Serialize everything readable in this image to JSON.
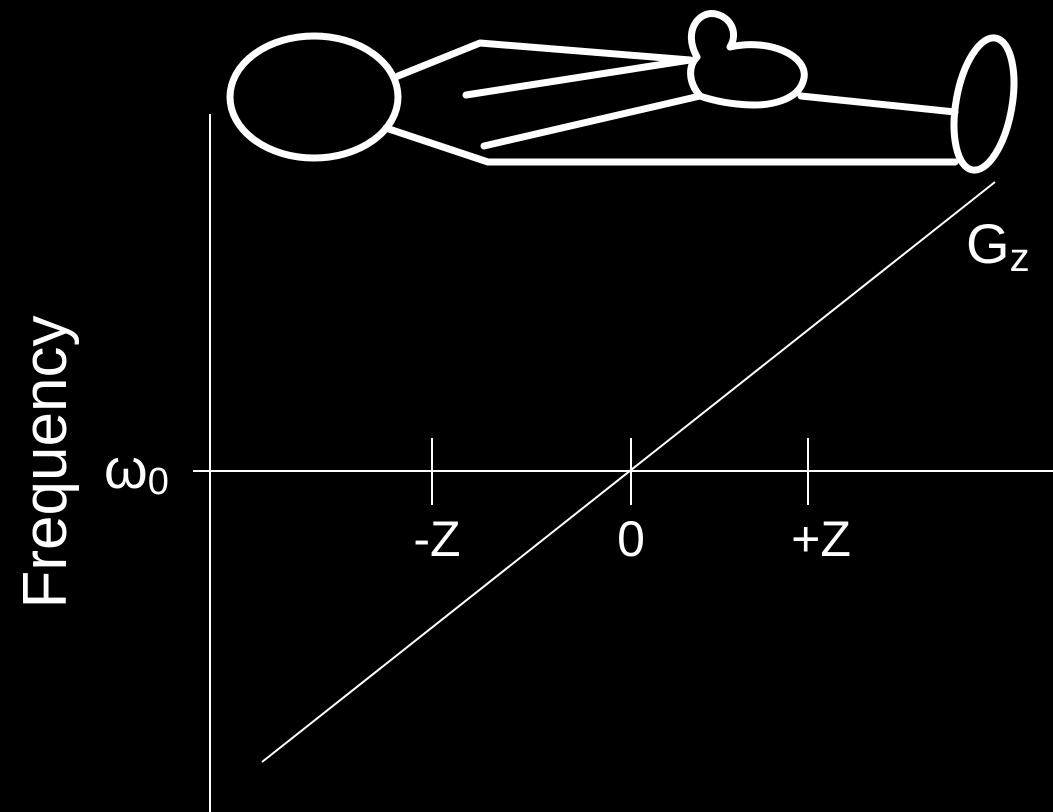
{
  "background_color": "#000000",
  "foreground_color": "#ffffff",
  "figure": {
    "type": "diagram",
    "y_axis_label": "Frequency",
    "center_frequency_label": "ω",
    "center_frequency_subscript": "0",
    "gradient_label": "G",
    "gradient_subscript": "z",
    "position_ticks": [
      "-Z",
      "0",
      "+Z"
    ],
    "illustration": "patient-lying-supine"
  }
}
